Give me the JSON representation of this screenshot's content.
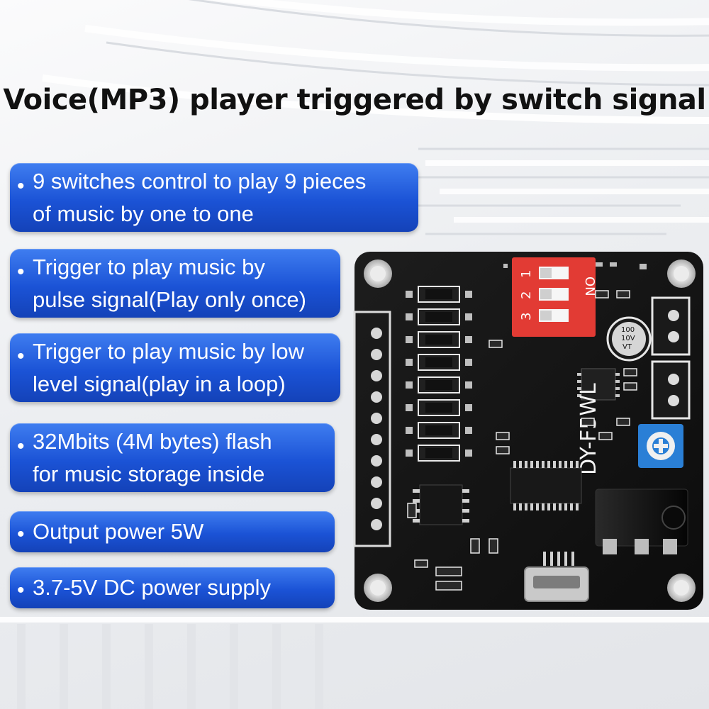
{
  "title": "Voice(MP3) player triggered by switch signal",
  "bullet_glyph": "•",
  "features": [
    "9 switches control to play 9 pieces\nof music by one to one",
    "Trigger to play music by\npulse signal(Play only once)",
    "Trigger to play music by low\nlevel signal(play in a loop)",
    "32Mbits (4M bytes) flash\nfor music storage inside",
    "Output power 5W",
    "3.7-5V DC power supply"
  ],
  "board": {
    "model": "DY-F5WL",
    "dip_on": "ON",
    "dip_numbers": [
      "1",
      "2",
      "3"
    ],
    "capacitor": [
      "100",
      "10V",
      "VT"
    ]
  },
  "colors": {
    "pill_blue": "#1b53d6",
    "pcb_black": "#141414",
    "dip_red": "#e23b34",
    "pot_blue": "#2a7fd6"
  }
}
